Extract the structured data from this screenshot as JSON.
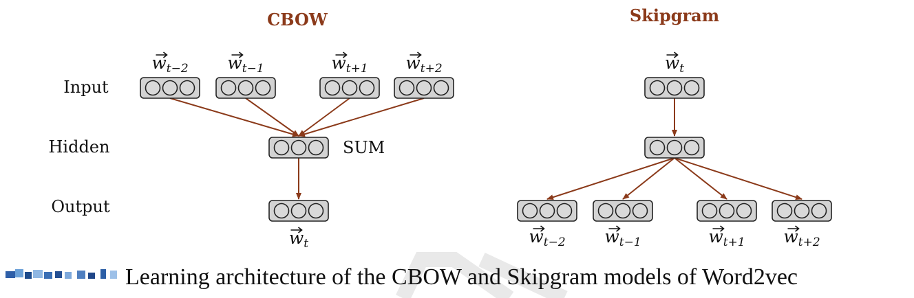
{
  "colors": {
    "accent": "#8b3a1a",
    "node_fill": "#d3d3d3",
    "node_stroke": "#222222"
  },
  "cbow": {
    "title": "CBOW",
    "row_labels": {
      "input": "Input",
      "hidden": "Hidden",
      "output": "Output"
    },
    "sum_label": "SUM",
    "inputs": [
      {
        "word": "w",
        "sub": "t−2"
      },
      {
        "word": "w",
        "sub": "t−1"
      },
      {
        "word": "w",
        "sub": "t+1"
      },
      {
        "word": "w",
        "sub": "t+2"
      }
    ],
    "output": {
      "word": "w",
      "sub": "t"
    }
  },
  "skipgram": {
    "title": "Skipgram",
    "input": {
      "word": "w",
      "sub": "t"
    },
    "outputs": [
      {
        "word": "w",
        "sub": "t−2"
      },
      {
        "word": "w",
        "sub": "t−1"
      },
      {
        "word": "w",
        "sub": "t+1"
      },
      {
        "word": "w",
        "sub": "t+2"
      }
    ]
  },
  "caption": {
    "text": "Learning architecture of the CBOW and Skipgram models of Word2vec"
  }
}
